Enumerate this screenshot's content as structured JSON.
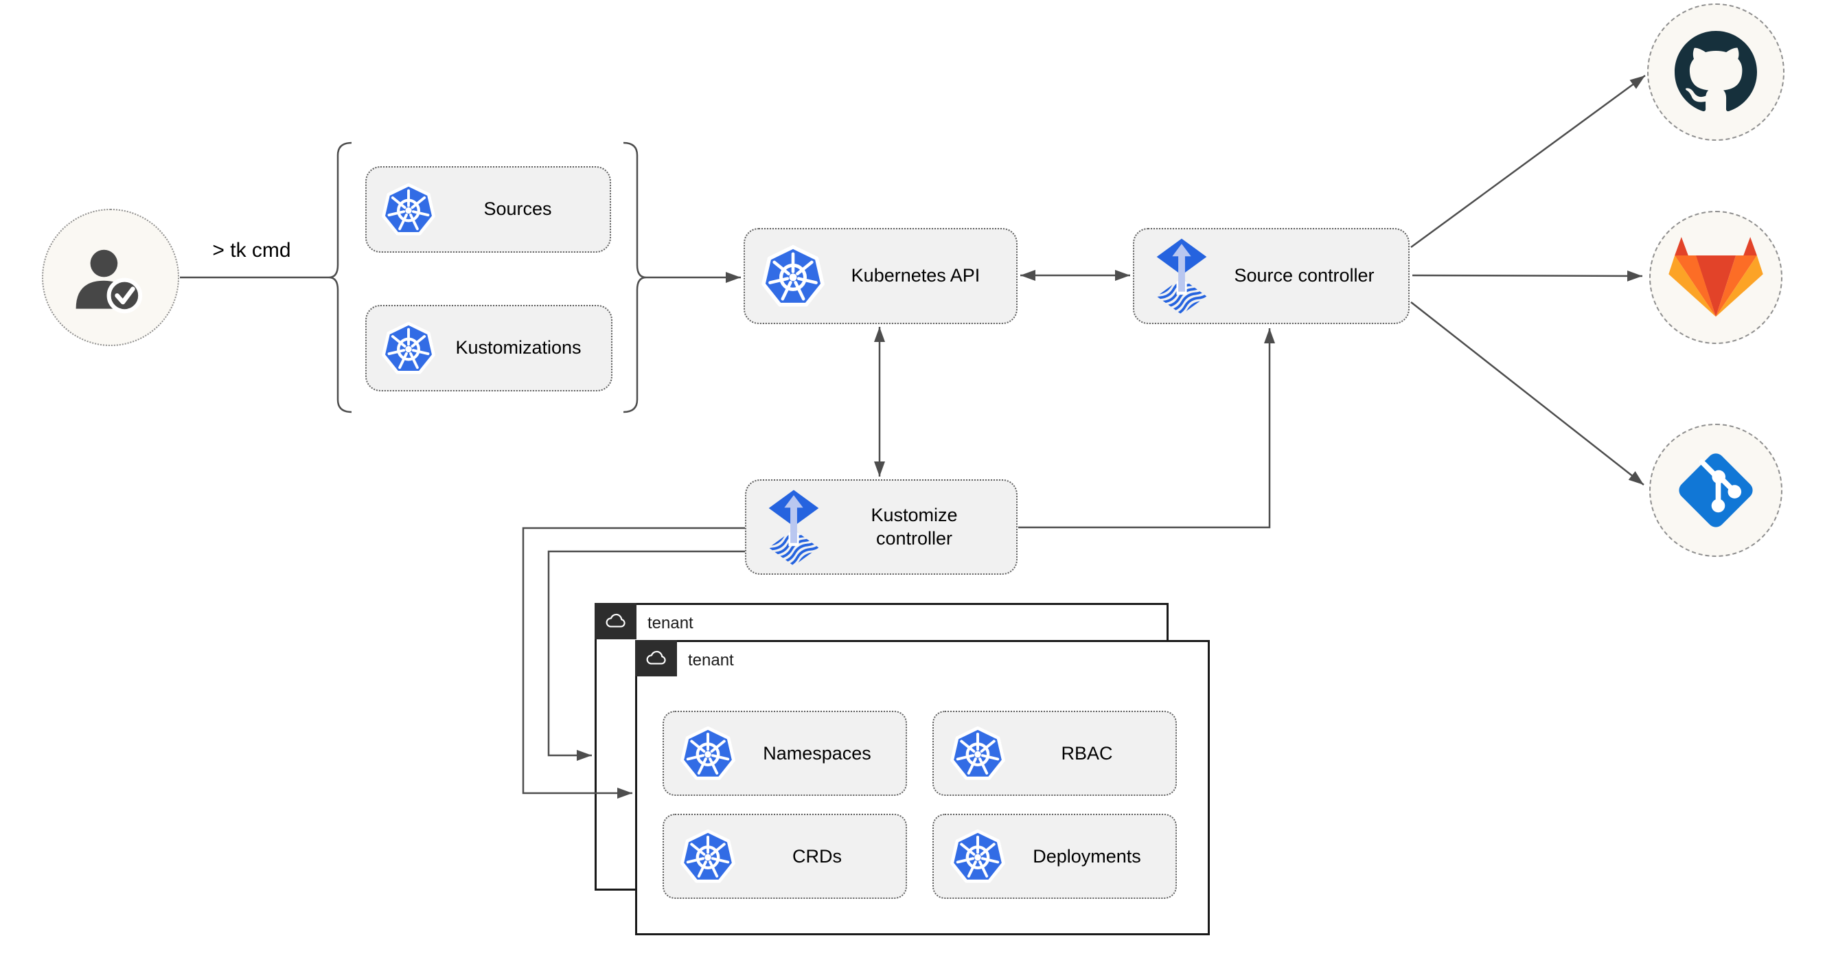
{
  "diagram": {
    "user": {
      "icon": "user-check-icon"
    },
    "cli_edge_label": "> tk cmd",
    "crd_group": [
      {
        "icon": "kubernetes-icon",
        "label": "Sources"
      },
      {
        "icon": "kubernetes-icon",
        "label": "Kustomizations"
      }
    ],
    "nodes": [
      {
        "id": "kubernetes-api",
        "icon": "kubernetes-icon",
        "label": "Kubernetes API"
      },
      {
        "id": "source-controller",
        "icon": "flux-icon",
        "label": "Source controller"
      },
      {
        "id": "kustomize-controller",
        "icon": "flux-icon",
        "label": "Kustomize controller"
      }
    ],
    "git_providers": [
      {
        "id": "github",
        "icon": "github-icon"
      },
      {
        "id": "gitlab",
        "icon": "gitlab-icon"
      },
      {
        "id": "git",
        "icon": "git-icon"
      }
    ],
    "tenants": {
      "back": {
        "tab_icon": "cloud-icon",
        "label": "tenant"
      },
      "front": {
        "tab_icon": "cloud-icon",
        "label": "tenant",
        "resources": [
          {
            "icon": "kubernetes-icon",
            "label": "Namespaces"
          },
          {
            "icon": "kubernetes-icon",
            "label": "RBAC"
          },
          {
            "icon": "kubernetes-icon",
            "label": "CRDs"
          },
          {
            "icon": "kubernetes-icon",
            "label": "Deployments"
          }
        ]
      }
    },
    "colors": {
      "kubernetes_blue": "#326CE5",
      "flux_blue": "#2563DF",
      "flux_arrow_light": "#B9C7F0",
      "github_dark": "#16303C",
      "gitlab_red": "#E24329",
      "gitlab_orange": "#FC6D26",
      "gitlab_light_orange": "#FCA326",
      "git_blue": "#1177D6",
      "node_fill": "#F1F1F1",
      "circle_fill": "#FAF8F3",
      "connector_gray": "#4D4D4D",
      "tenant_tab_dark": "#2D2D2D"
    }
  }
}
